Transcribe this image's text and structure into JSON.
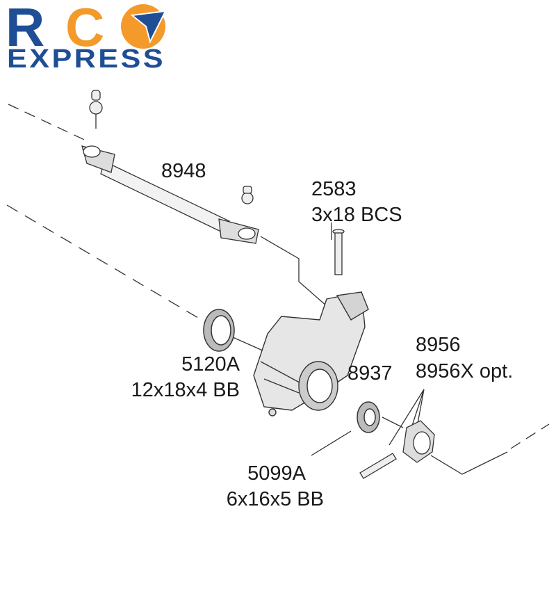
{
  "logo": {
    "text_rc": "RC",
    "text_express": "EXPRESS",
    "colors": {
      "blue": "#1f4e96",
      "orange": "#f39a2a"
    }
  },
  "parts": [
    {
      "number": "8948",
      "desc": ""
    },
    {
      "number": "2583",
      "desc": "3x18 BCS"
    },
    {
      "number": "5120A",
      "desc": "12x18x4 BB"
    },
    {
      "number": "8937",
      "desc": ""
    },
    {
      "number": "8956",
      "desc": "8956X opt."
    },
    {
      "number": "5099A",
      "desc": "6x16x5 BB"
    }
  ]
}
